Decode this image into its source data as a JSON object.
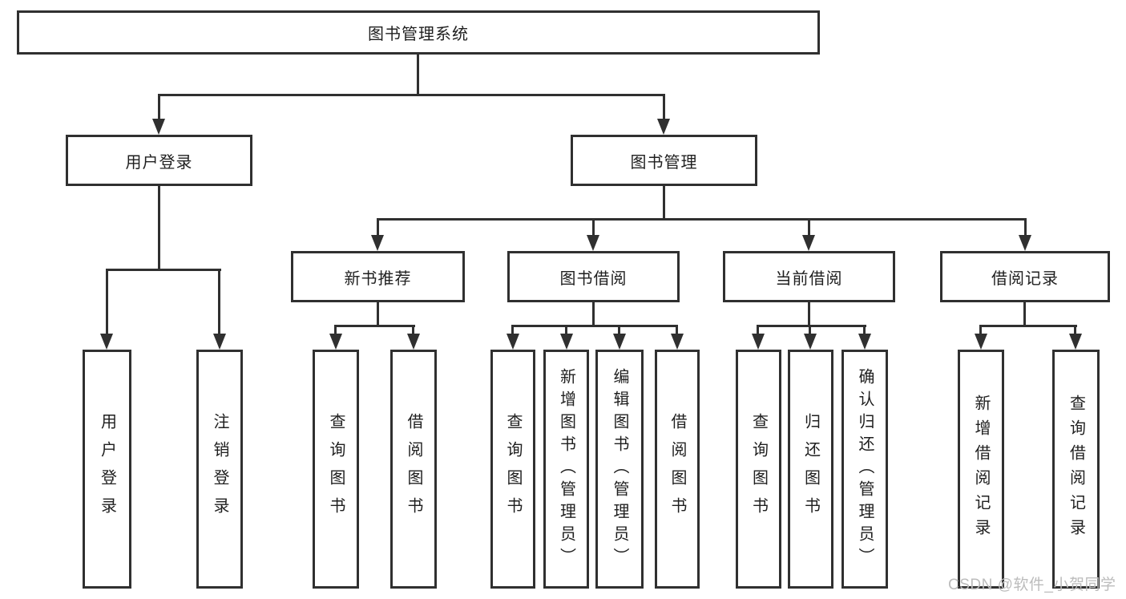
{
  "diagram": {
    "root": {
      "label": "图书管理系统"
    },
    "level2": [
      {
        "label": "用户登录"
      },
      {
        "label": "图书管理"
      }
    ],
    "level3": [
      {
        "label": "新书推荐"
      },
      {
        "label": "图书借阅"
      },
      {
        "label": "当前借阅"
      },
      {
        "label": "借阅记录"
      }
    ],
    "leaves": {
      "user_login": [
        "用户登录",
        "注销登录"
      ],
      "new_book_recommend": [
        "查询图书",
        "借阅图书"
      ],
      "book_borrow": [
        "查询图书",
        "新增图书（管理员）",
        "编辑图书（管理员）",
        "借阅图书"
      ],
      "current_borrow": [
        "查询图书",
        "归还图书",
        "确认归还（管理员）"
      ],
      "borrow_record": [
        "新增借阅记录",
        "查询借阅记录"
      ]
    }
  },
  "watermark": {
    "text": "CSDN @软件_小贺同学"
  },
  "colors": {
    "line": "#303030",
    "text": "#1f1f1f",
    "background": "#ffffff",
    "watermark": "#bcbcbc"
  }
}
